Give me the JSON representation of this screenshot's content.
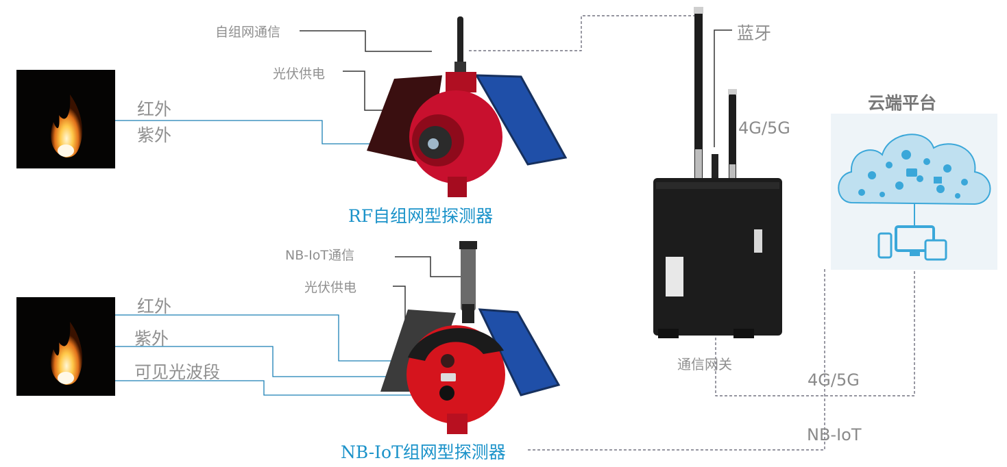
{
  "labels": {
    "rf_comm": "自组网通信",
    "rf_solar": "光伏供电",
    "rf_ir": "红外",
    "rf_uv": "紫外",
    "rf_title": "RF自组网型探测器",
    "nb_comm": "NB-IoT通信",
    "nb_solar": "光伏供电",
    "nb_ir": "红外",
    "nb_uv": "紫外",
    "nb_visible": "可见光波段",
    "nb_title": "NB-IoT组网型探测器",
    "bluetooth": "蓝牙",
    "antenna_4g5g": "4G/5G",
    "gateway": "通信网关",
    "cloud": "云端平台",
    "link_4g5g": "4G/5G",
    "link_nbiot": "NB-IoT"
  },
  "colors": {
    "detector_red": "#c8102e",
    "solar_blue": "#1f4fa8",
    "gateway_black": "#1c1c1c",
    "leader_blue": "#1a7fb5",
    "label_blue": "#1a92c9",
    "cloud_blue": "#3aa7d9"
  }
}
